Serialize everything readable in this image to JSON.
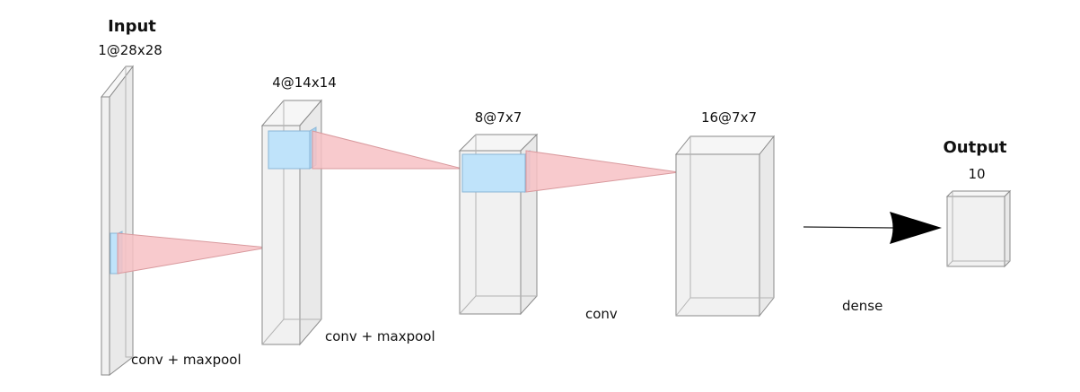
{
  "layers": [
    {
      "id": "input",
      "title": "Input",
      "shape": "1@28x28"
    },
    {
      "id": "conv1",
      "title": "",
      "shape": "4@14x14"
    },
    {
      "id": "conv2",
      "title": "",
      "shape": "8@7x7"
    },
    {
      "id": "conv3",
      "title": "",
      "shape": "16@7x7"
    },
    {
      "id": "output",
      "title": "Output",
      "shape": "10"
    }
  ],
  "operations": [
    {
      "id": "op1",
      "label": "conv + maxpool"
    },
    {
      "id": "op2",
      "label": "conv + maxpool"
    },
    {
      "id": "op3",
      "label": "conv"
    },
    {
      "id": "op4",
      "label": "dense"
    }
  ],
  "colors": {
    "kernel": "#bfe3fa",
    "receptive_field": "#f7c1c4",
    "layer_face": "#f1f1f1",
    "edge": "#8a8a8a"
  }
}
